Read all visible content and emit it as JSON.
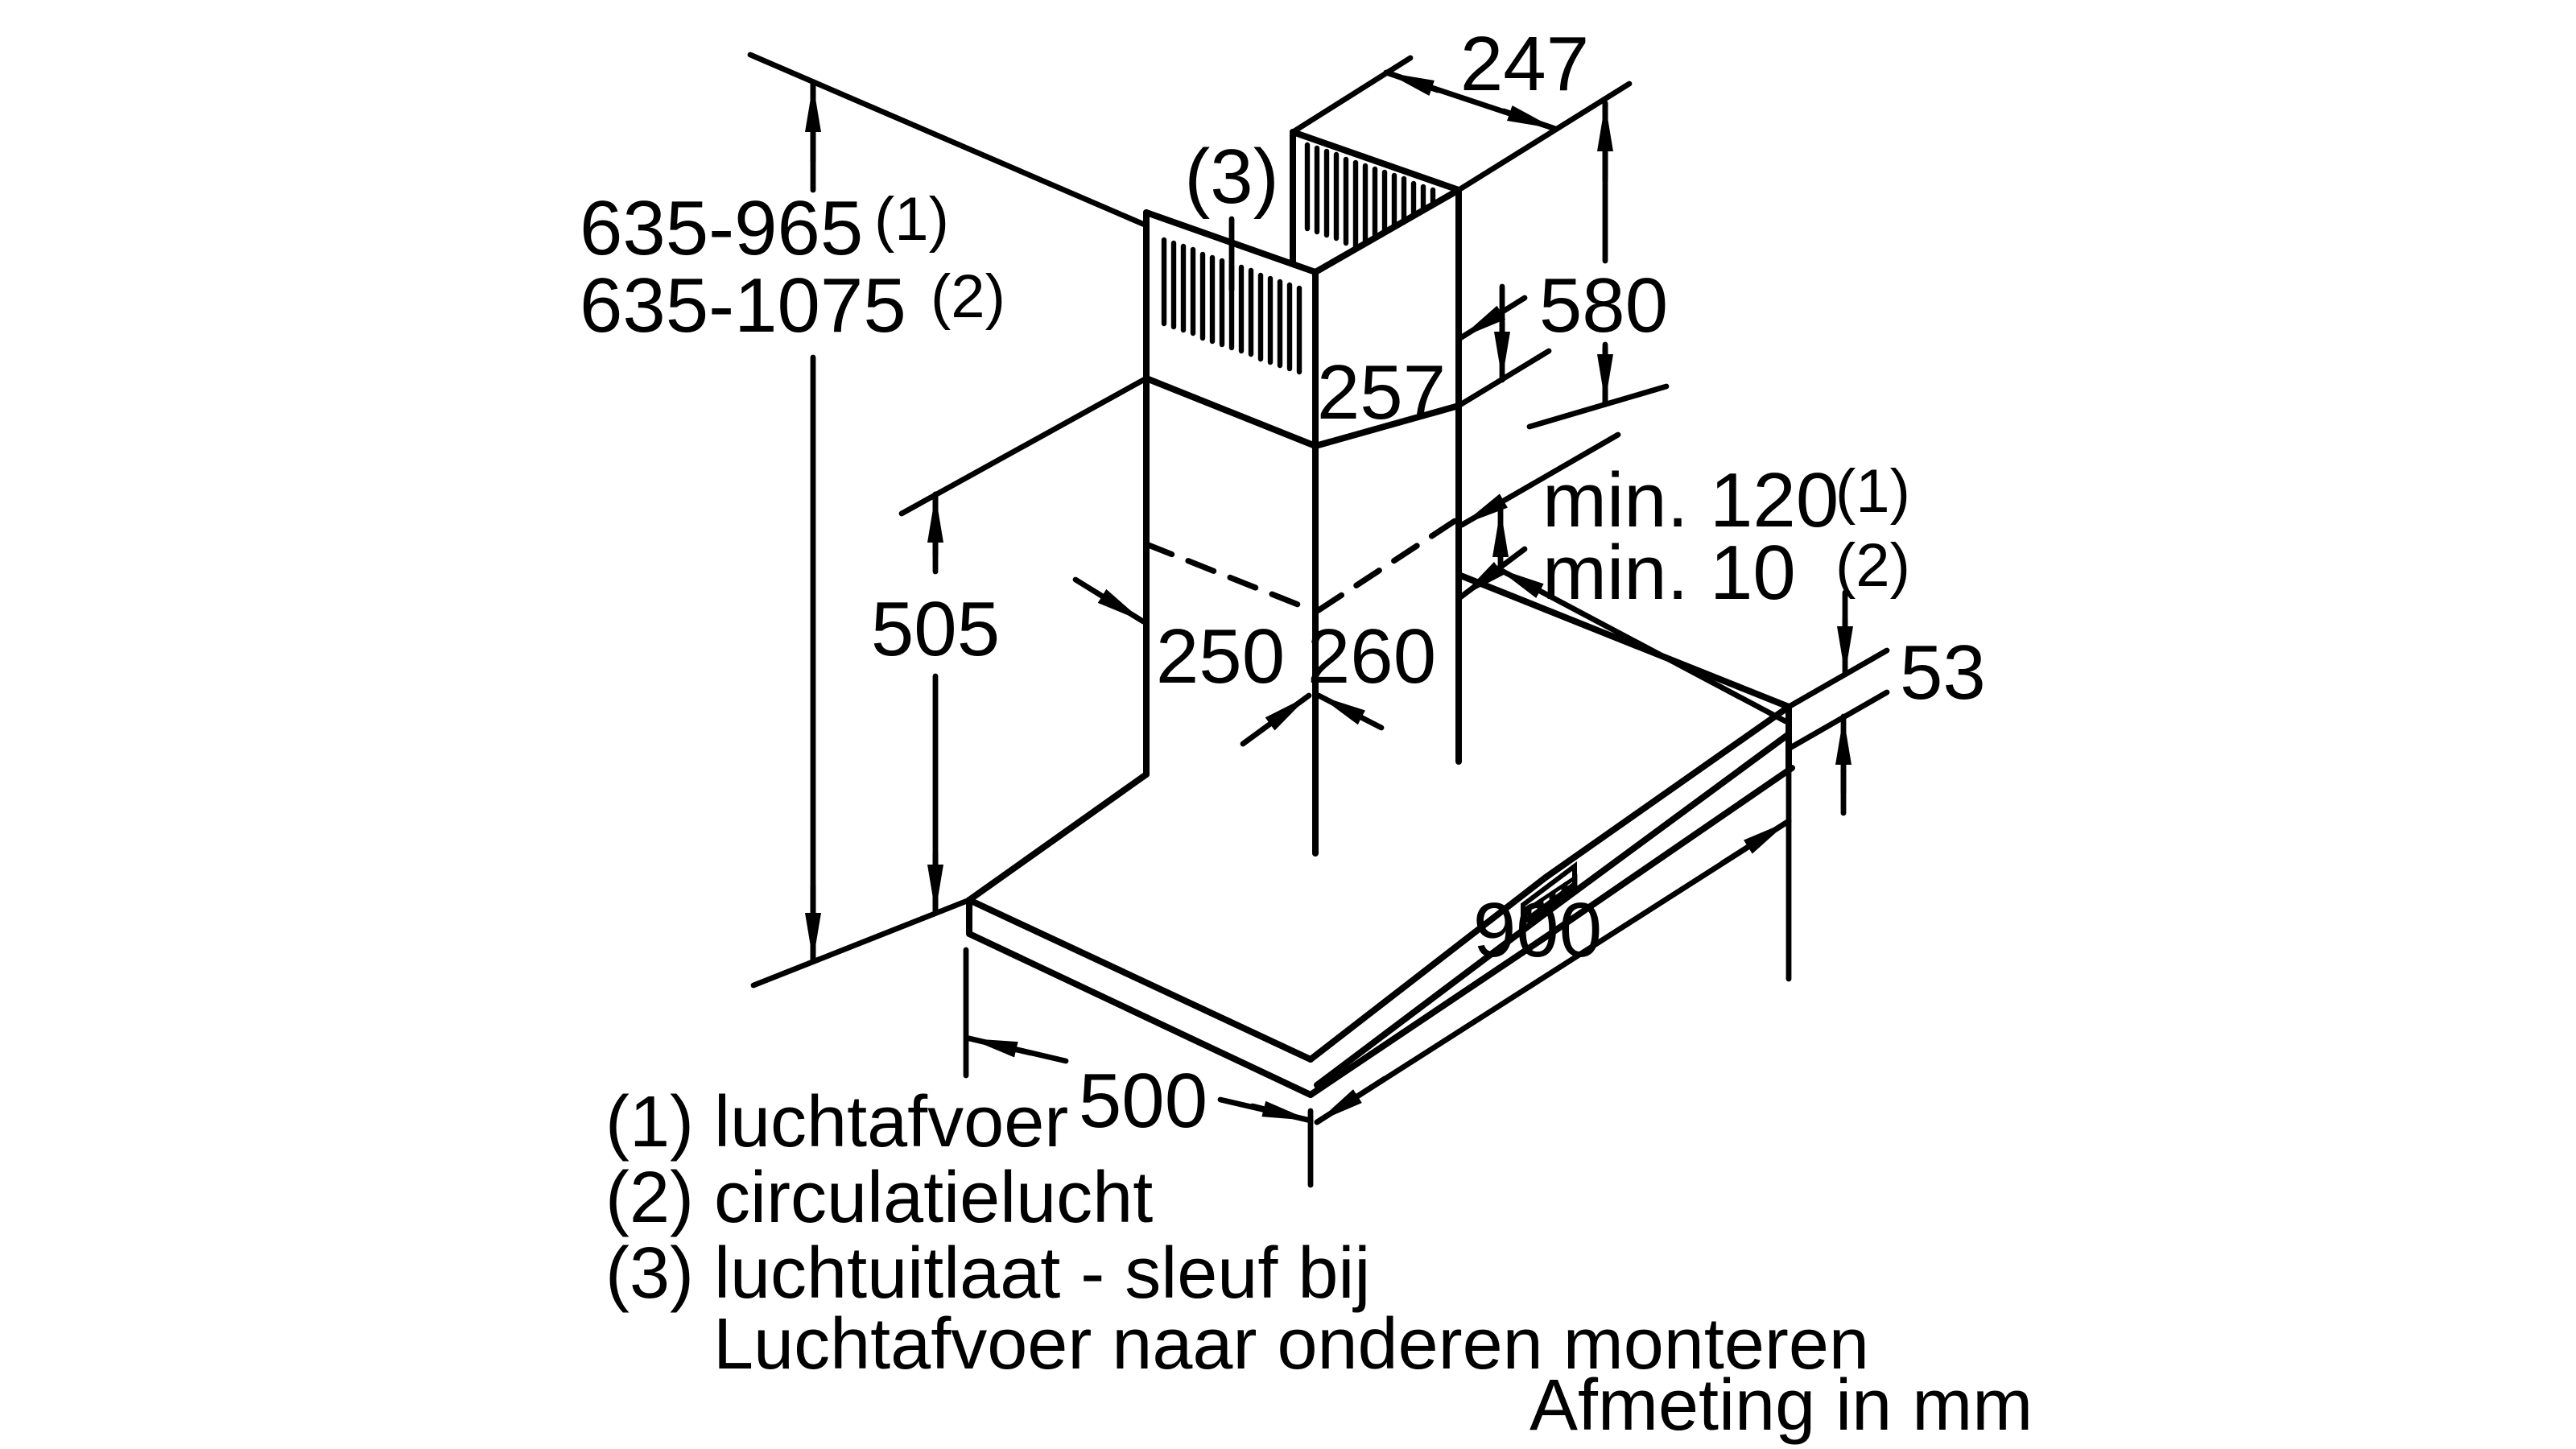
{
  "dimensions": {
    "top_depth": "247",
    "upper_section_height": "580",
    "slot_offset": "257",
    "min_clearance_exhaust": "min. 120",
    "min_clearance_recirc": "min. 10",
    "total_height_exhaust": "635-965",
    "total_height_recirc": "635-1075",
    "lower_section_height": "505",
    "duct_width": "250",
    "duct_depth": "260",
    "canopy_thickness": "53",
    "canopy_width": "900",
    "canopy_depth": "500"
  },
  "markers": {
    "ref1": "(1)",
    "ref2": "(2)",
    "ref3": "(3)"
  },
  "legend": {
    "items": [
      "(1) luchtafvoer",
      "(2) circulatielucht",
      "(3) luchtuitlaat - sleuf bij",
      "Luchtafvoer naar onderen monteren"
    ]
  },
  "title_block": {
    "footer": "Afmeting in mm"
  },
  "colors": {
    "ink": "#000000",
    "paper": "#ffffff"
  }
}
